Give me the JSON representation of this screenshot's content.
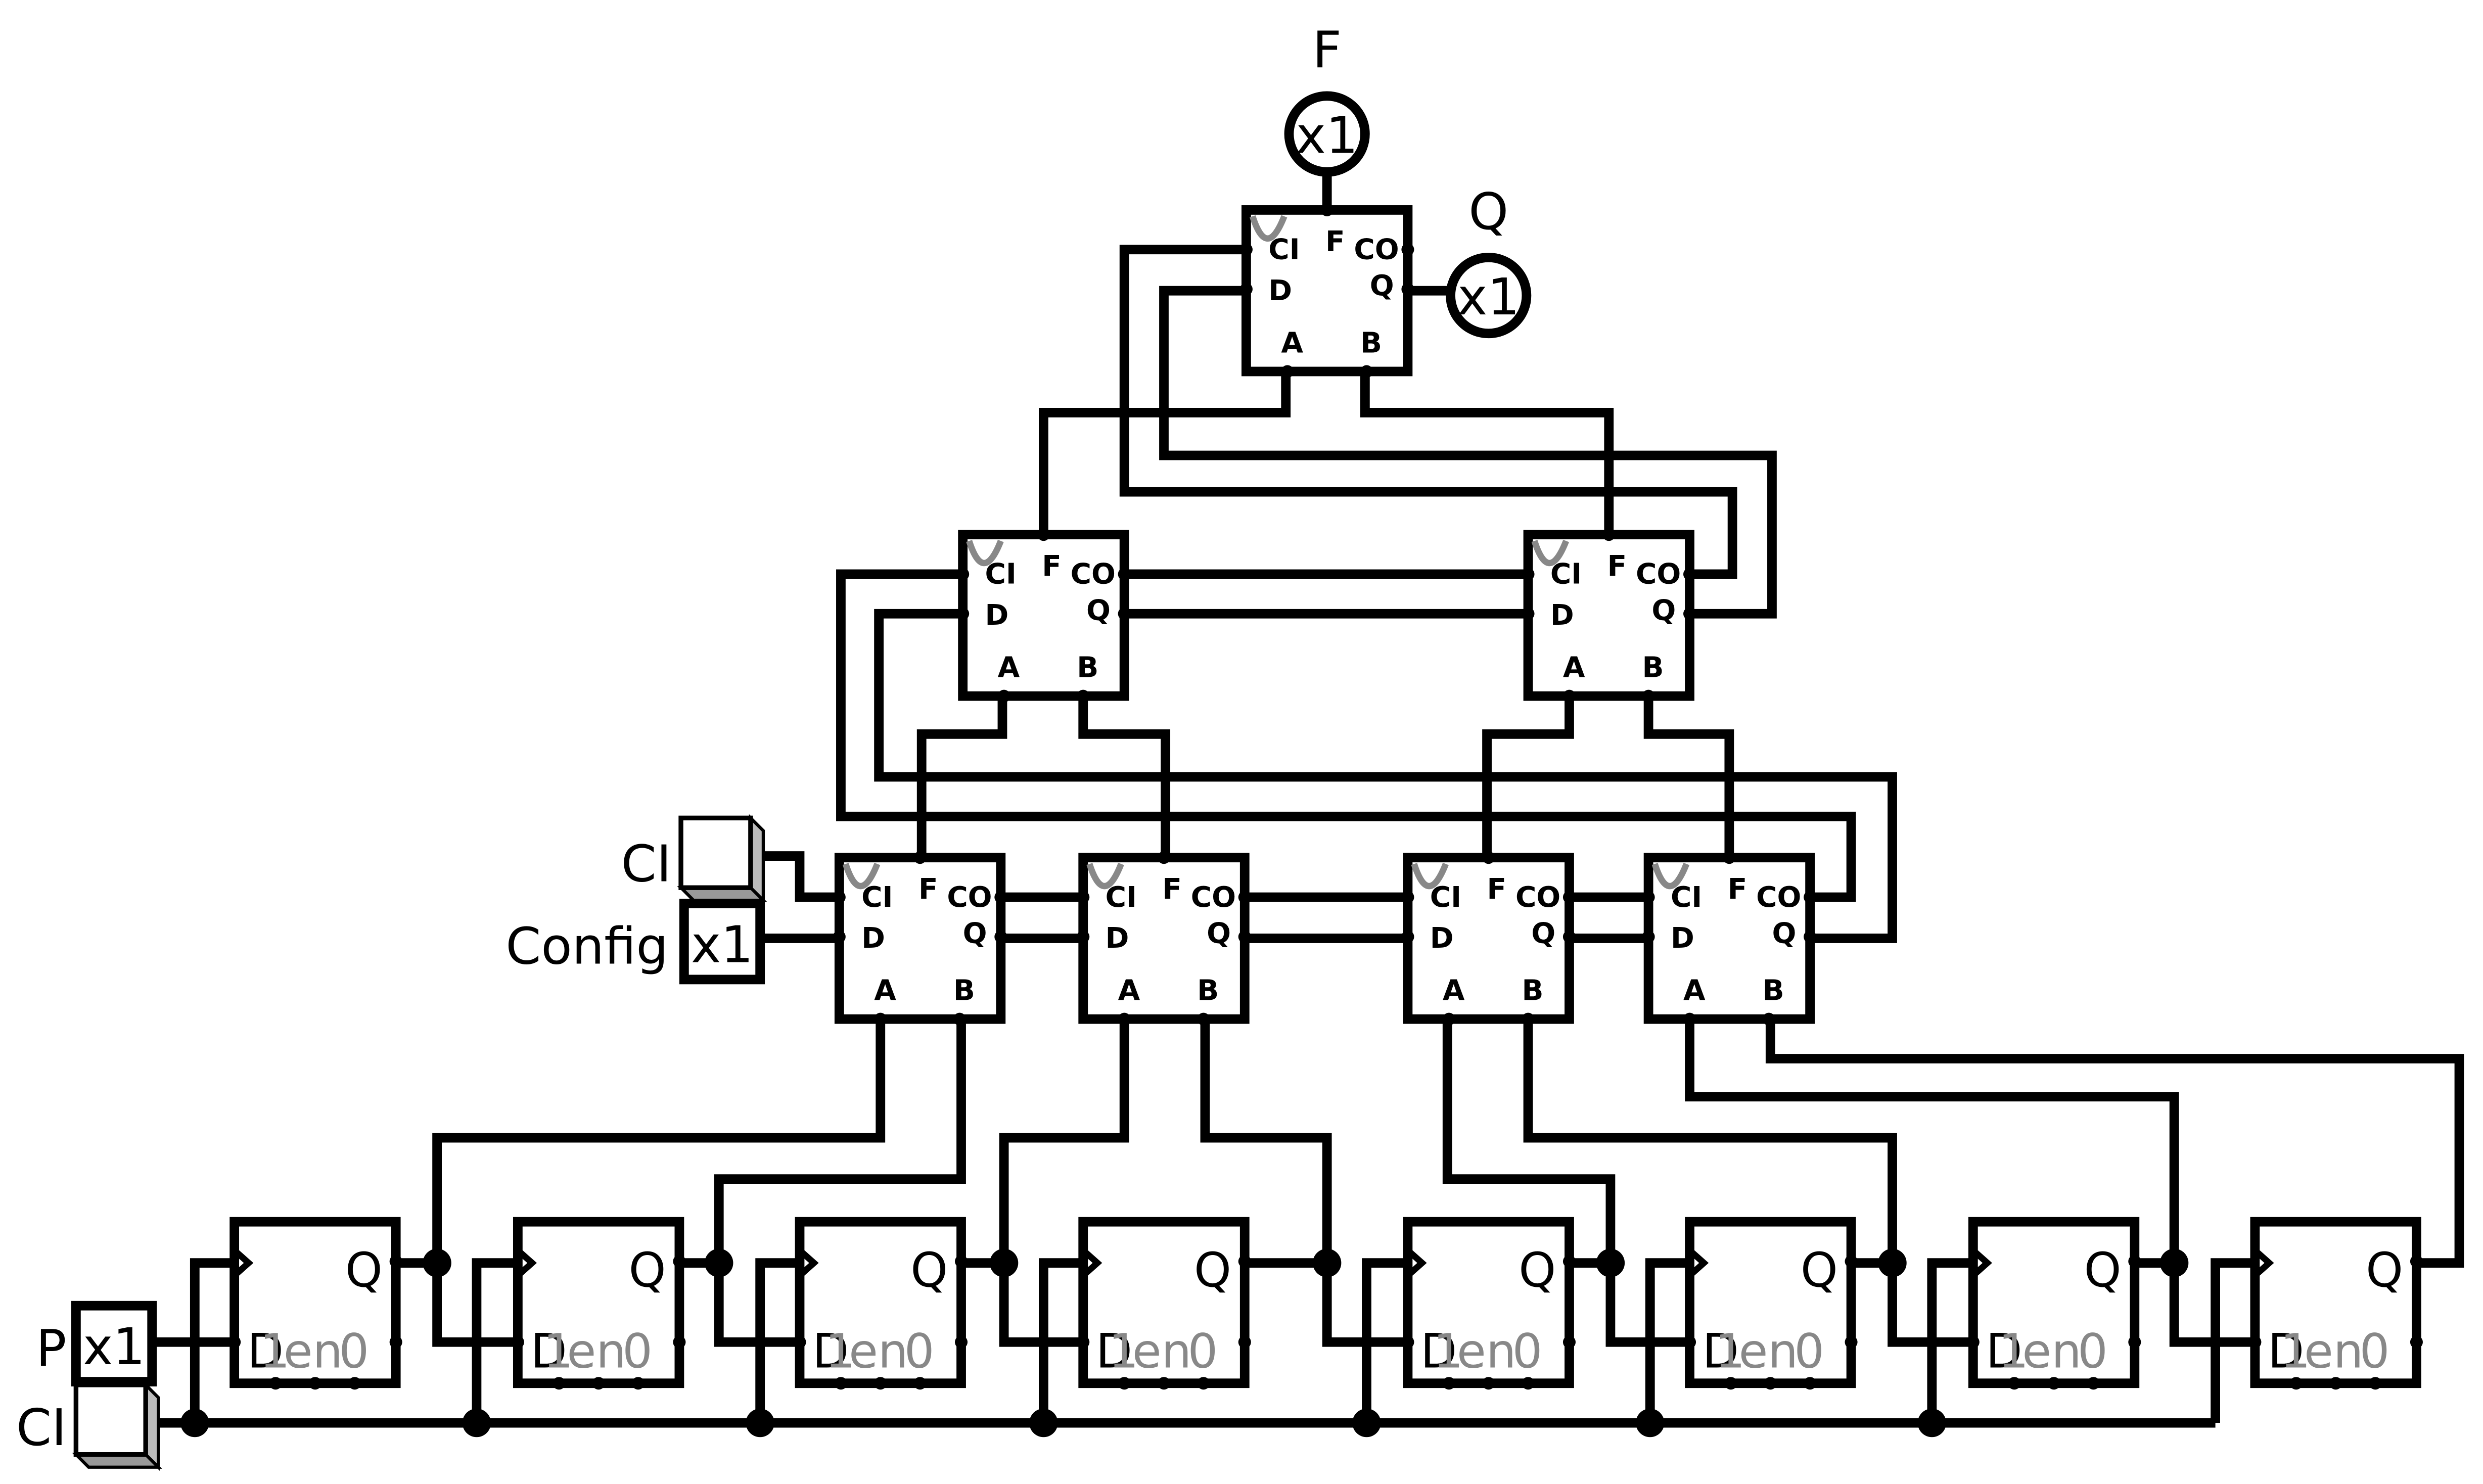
{
  "labels": {
    "out_f": "F",
    "out_q": "Q",
    "in_ci_top": "CI",
    "in_config": "Config",
    "in_p": "P",
    "in_ci_bottom": "CI",
    "x1": "x1"
  },
  "alu_pins": {
    "ci": "CI",
    "f": "F",
    "co": "CO",
    "d": "D",
    "q": "Q",
    "a": "A",
    "b": "B"
  },
  "ff_pins": {
    "q": "Q",
    "d": "D",
    "en": "en",
    "one": "1",
    "zero": "0"
  }
}
